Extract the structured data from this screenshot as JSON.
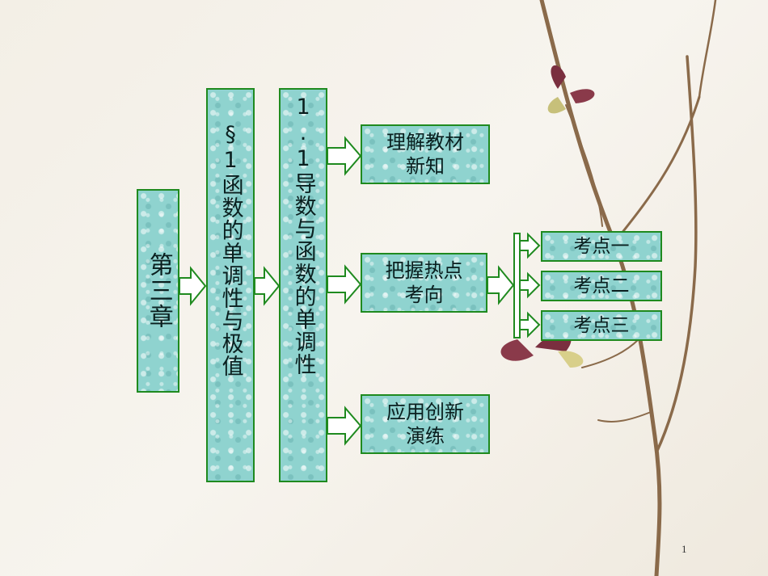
{
  "diagram": {
    "chapter": "第三章",
    "section": "§1函数的单调性与极值",
    "subsection": "1.1导数与函数的单调性",
    "branches": [
      {
        "label": "理解教材新知"
      },
      {
        "label": "把握热点考向"
      },
      {
        "label": "应用创新演练"
      }
    ],
    "points": [
      "考点一",
      "考点二",
      "考点三"
    ]
  },
  "page_number": "1",
  "colors": {
    "box_fill": "#8fd3cf",
    "border": "#1f8a1f",
    "arrow_fill": "#ffffff"
  }
}
